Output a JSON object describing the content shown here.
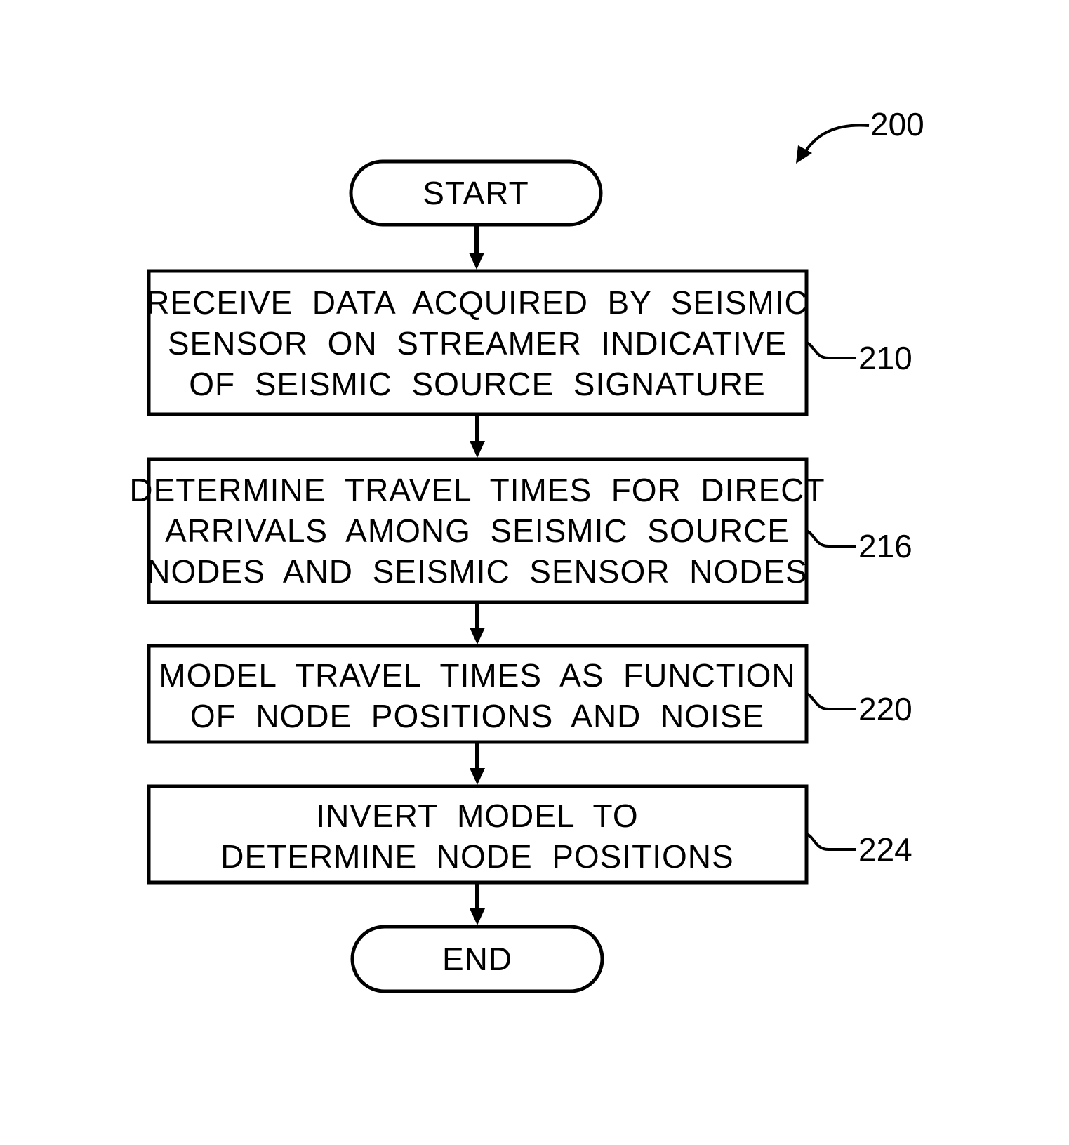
{
  "figure": {
    "ref": "200",
    "start_label": "START",
    "end_label": "END",
    "steps": [
      {
        "ref": "210",
        "lines": [
          "RECEIVE  DATA  ACQUIRED  BY  SEISMIC",
          "SENSOR  ON  STREAMER  INDICATIVE",
          "OF  SEISMIC  SOURCE  SIGNATURE"
        ]
      },
      {
        "ref": "216",
        "lines": [
          "DETERMINE  TRAVEL  TIMES  FOR  DIRECT",
          "ARRIVALS  AMONG  SEISMIC  SOURCE",
          "NODES  AND  SEISMIC  SENSOR  NODES"
        ]
      },
      {
        "ref": "220",
        "lines": [
          "MODEL  TRAVEL  TIMES  AS  FUNCTION",
          "OF  NODE  POSITIONS  AND  NOISE"
        ]
      },
      {
        "ref": "224",
        "lines": [
          "INVERT  MODEL  TO",
          "DETERMINE  NODE  POSITIONS"
        ]
      }
    ]
  }
}
